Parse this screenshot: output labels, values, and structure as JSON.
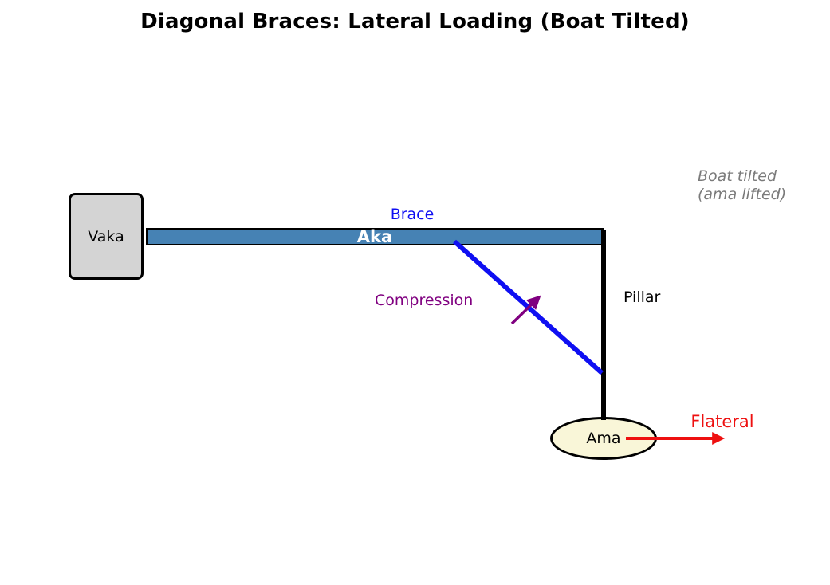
{
  "title": "Diagonal Braces: Lateral Loading (Boat Tilted)",
  "annotation": {
    "line1": "Boat tilted",
    "line2": "(ama lifted)"
  },
  "shapes": {
    "vaka_label": "Vaka",
    "aka_label": "Aka",
    "ama_label": "Ama"
  },
  "labels": {
    "brace": "Brace",
    "compression": "Compression",
    "pillar": "Pillar",
    "lateral_force": "Flateral"
  },
  "icons": {
    "compression_arrow": "up-right-arrow",
    "lateral_arrow": "right-arrow"
  },
  "colors": {
    "aka_bar": "#4682b4",
    "brace_blue": "#0f0ff2",
    "compression": "#800080",
    "lateral_red": "#ee1010",
    "vaka_fill": "#d4d4d4",
    "ama_fill": "#f9f6d8",
    "note_gray": "#7a7a7a"
  }
}
